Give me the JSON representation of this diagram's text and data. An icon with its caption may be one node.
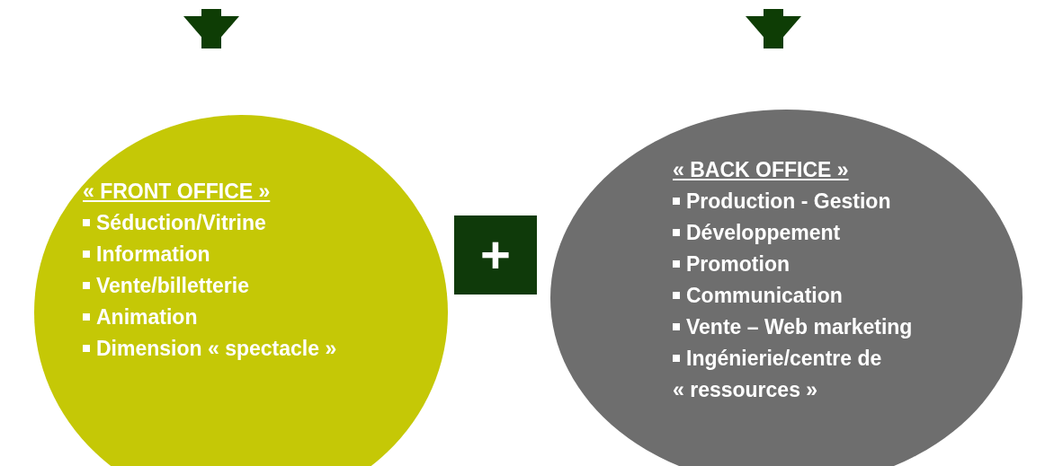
{
  "diagram": {
    "nodes": [
      {
        "text": [
          "« FRONT OFFICE »",
          "Séduction/Vitrine",
          "Information",
          "Vente/billetterie",
          "Animation",
          "Dimension « spectacle »"
        ]
      },
      {
        "text": [
          "+"
        ]
      },
      {
        "text": [
          "« BACK OFFICE »",
          "Production - Gestion",
          "Développement",
          "Promotion",
          "Communication",
          "Vente – Web marketing",
          "Ingénierie/centre de « ressources »"
        ]
      }
    ],
    "edges": [
      {
        "from": null,
        "to": 0,
        "arrow": "to"
      },
      {
        "from": null,
        "to": 2,
        "arrow": "to"
      }
    ]
  }
}
